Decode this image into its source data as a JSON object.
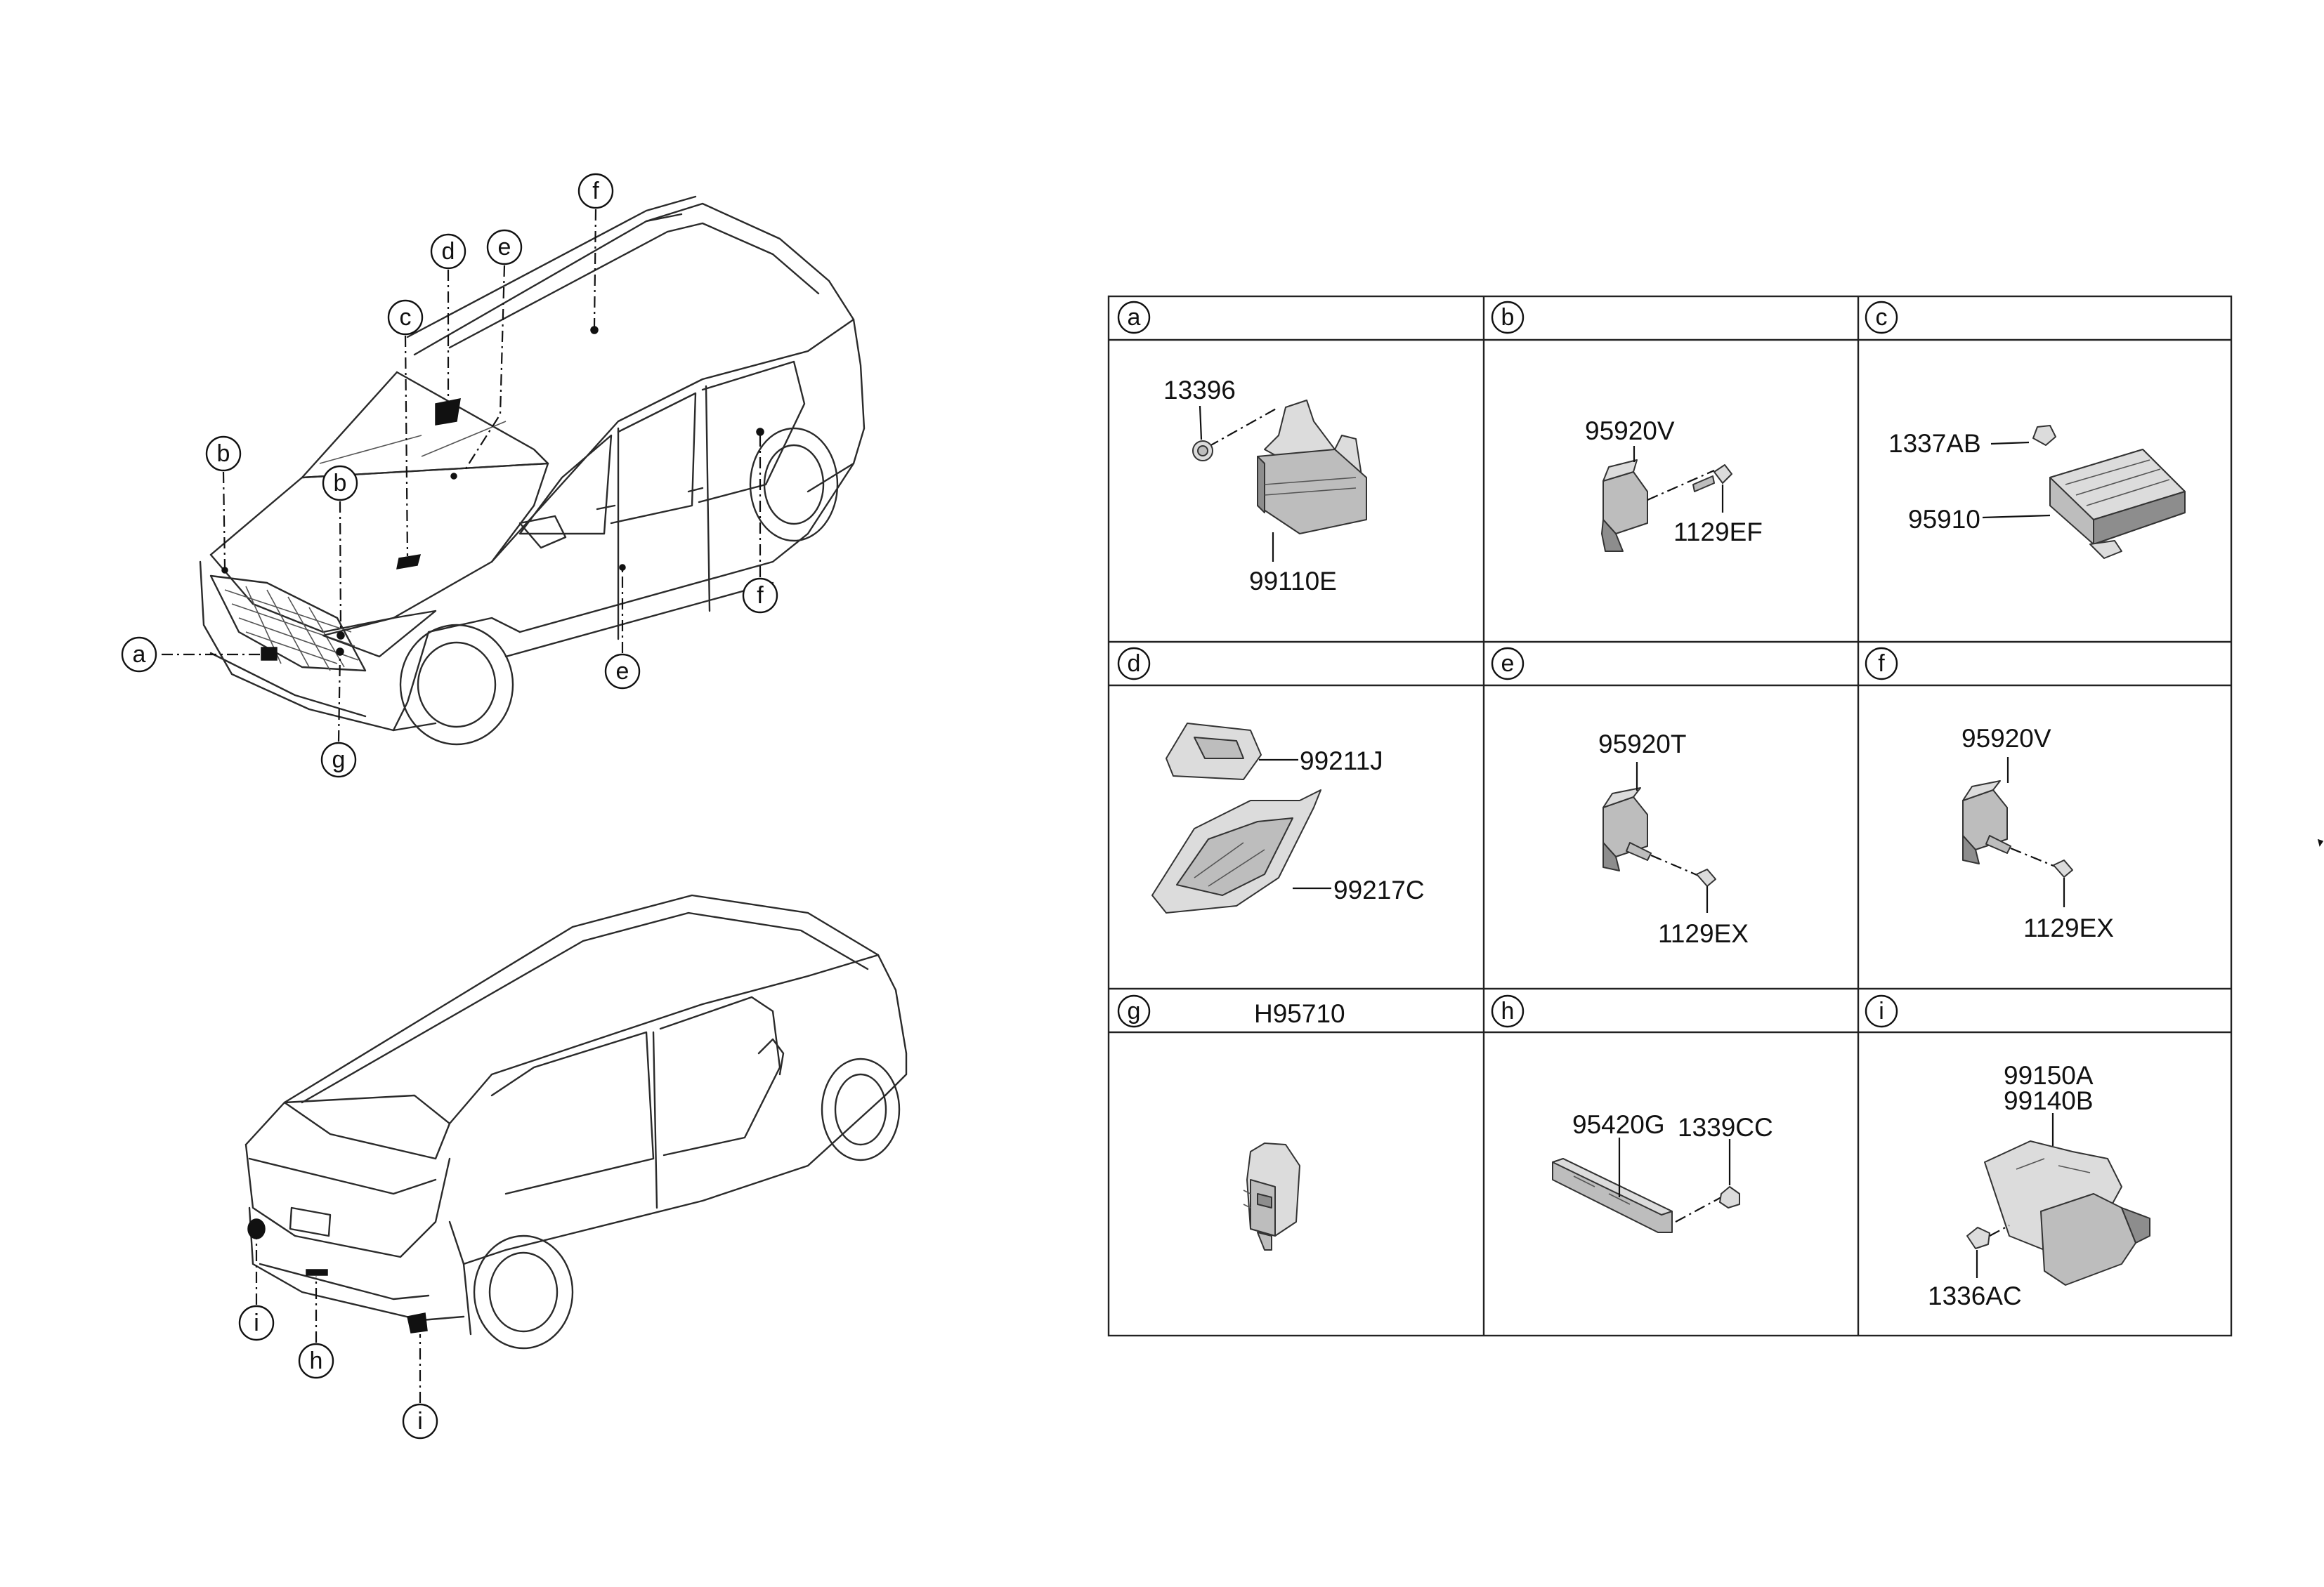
{
  "callouts": {
    "a": "a",
    "b": "b",
    "c": "c",
    "d": "d",
    "e": "e",
    "f": "f",
    "g": "g",
    "h": "h",
    "i": "i"
  },
  "cells": {
    "a": {
      "letter": "a",
      "parts": [
        "13396",
        "99110E"
      ]
    },
    "b": {
      "letter": "b",
      "parts": [
        "95920V",
        "1129EF"
      ]
    },
    "c": {
      "letter": "c",
      "parts": [
        "1337AB",
        "95910"
      ]
    },
    "d": {
      "letter": "d",
      "parts": [
        "99211J",
        "99217C"
      ]
    },
    "e": {
      "letter": "e",
      "parts": [
        "95920T",
        "1129EX"
      ]
    },
    "f": {
      "letter": "f",
      "parts": [
        "95920V",
        "1129EX"
      ]
    },
    "g": {
      "letter": "g",
      "header_part": "H95710"
    },
    "h": {
      "letter": "h",
      "parts": [
        "95420G",
        "1339CC"
      ]
    },
    "i": {
      "letter": "i",
      "parts": [
        "99150A",
        "99140B",
        "1336AC"
      ]
    }
  }
}
